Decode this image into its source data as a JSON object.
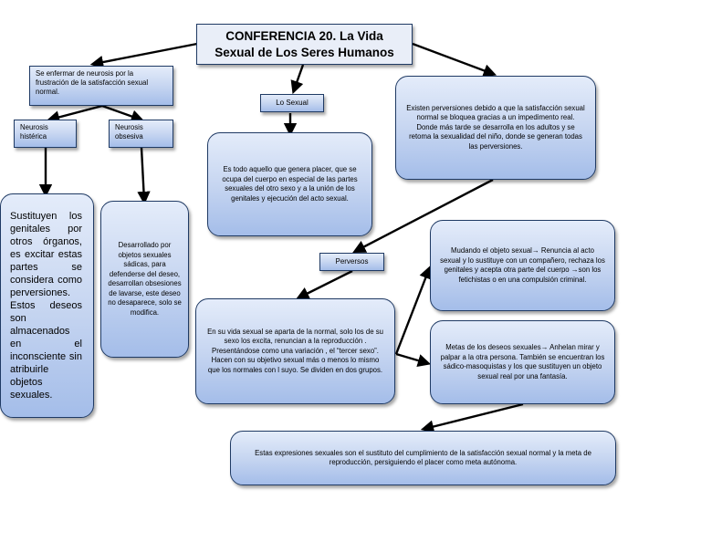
{
  "diagram": {
    "title": "CONFERENCIA 20. La Vida Sexual de Los Seres Humanos",
    "neurosis_intro": "Se enfermar de neurosis por la frustración de la satisfacción sexual normal.",
    "neurosis_histerica": "Neurosis histérica",
    "neurosis_obsesiva": "Neurosis obsesiva",
    "histerica_desc": "Sustituyen los genitales por otros órganos, es excitar estas partes se considera como perversiones. Estos deseos son almacenados en el inconsciente sin atribuirle objetos",
    "histerica_desc_last": "sexuales.",
    "obsesiva_desc": "Desarrollado por objetos sexuales sádicas, para defenderse del deseo, desarrollan obsesiones de lavarse, este deseo no desaparece, solo se modifica.",
    "lo_sexual": "Lo Sexual",
    "lo_sexual_desc": "Es todo aquello que genera placer, que se ocupa del cuerpo en especial de las partes sexuales del otro sexo y a la unión de los genitales y ejecución del acto sexual.",
    "perversiones_origin": "Existen perversiones debido a que la satisfacción sexual normal se bloquea gracias a un impedimento real. Donde más tarde se desarrolla en los adultos y se retoma la sexualidad del niño, donde se generan todas las perversiones.",
    "perversos": "Perversos",
    "perversos_desc": "En su vida sexual se aparta de la normal, solo los de su sexo los excita, renuncian a la reproducción . Presentándose como una variación , el “tercer sexo”. Hacen con su objetivo sexual más o menos lo mismo que los normales con l suyo. Se dividen en dos grupos.",
    "mudando": "Mudando el objeto sexual→ Renuncia al acto sexual y lo sustituye con un compañero, rechaza los genitales y acepta otra parte del cuerpo →son los fetichistas o en una compulsión criminal.",
    "metas": "Metas de los deseos sexuales→ Anhelan mirar y palpar a la otra persona. También se encuentran los sádico-masoquistas y los que sustituyen un objeto sexual real por una fantasía.",
    "conclusion": "Estas expresiones sexuales son el sustituto del cumplimiento de la satisfacción sexual normal y la meta de reproducción, persiguiendo el placer como meta autónoma."
  }
}
